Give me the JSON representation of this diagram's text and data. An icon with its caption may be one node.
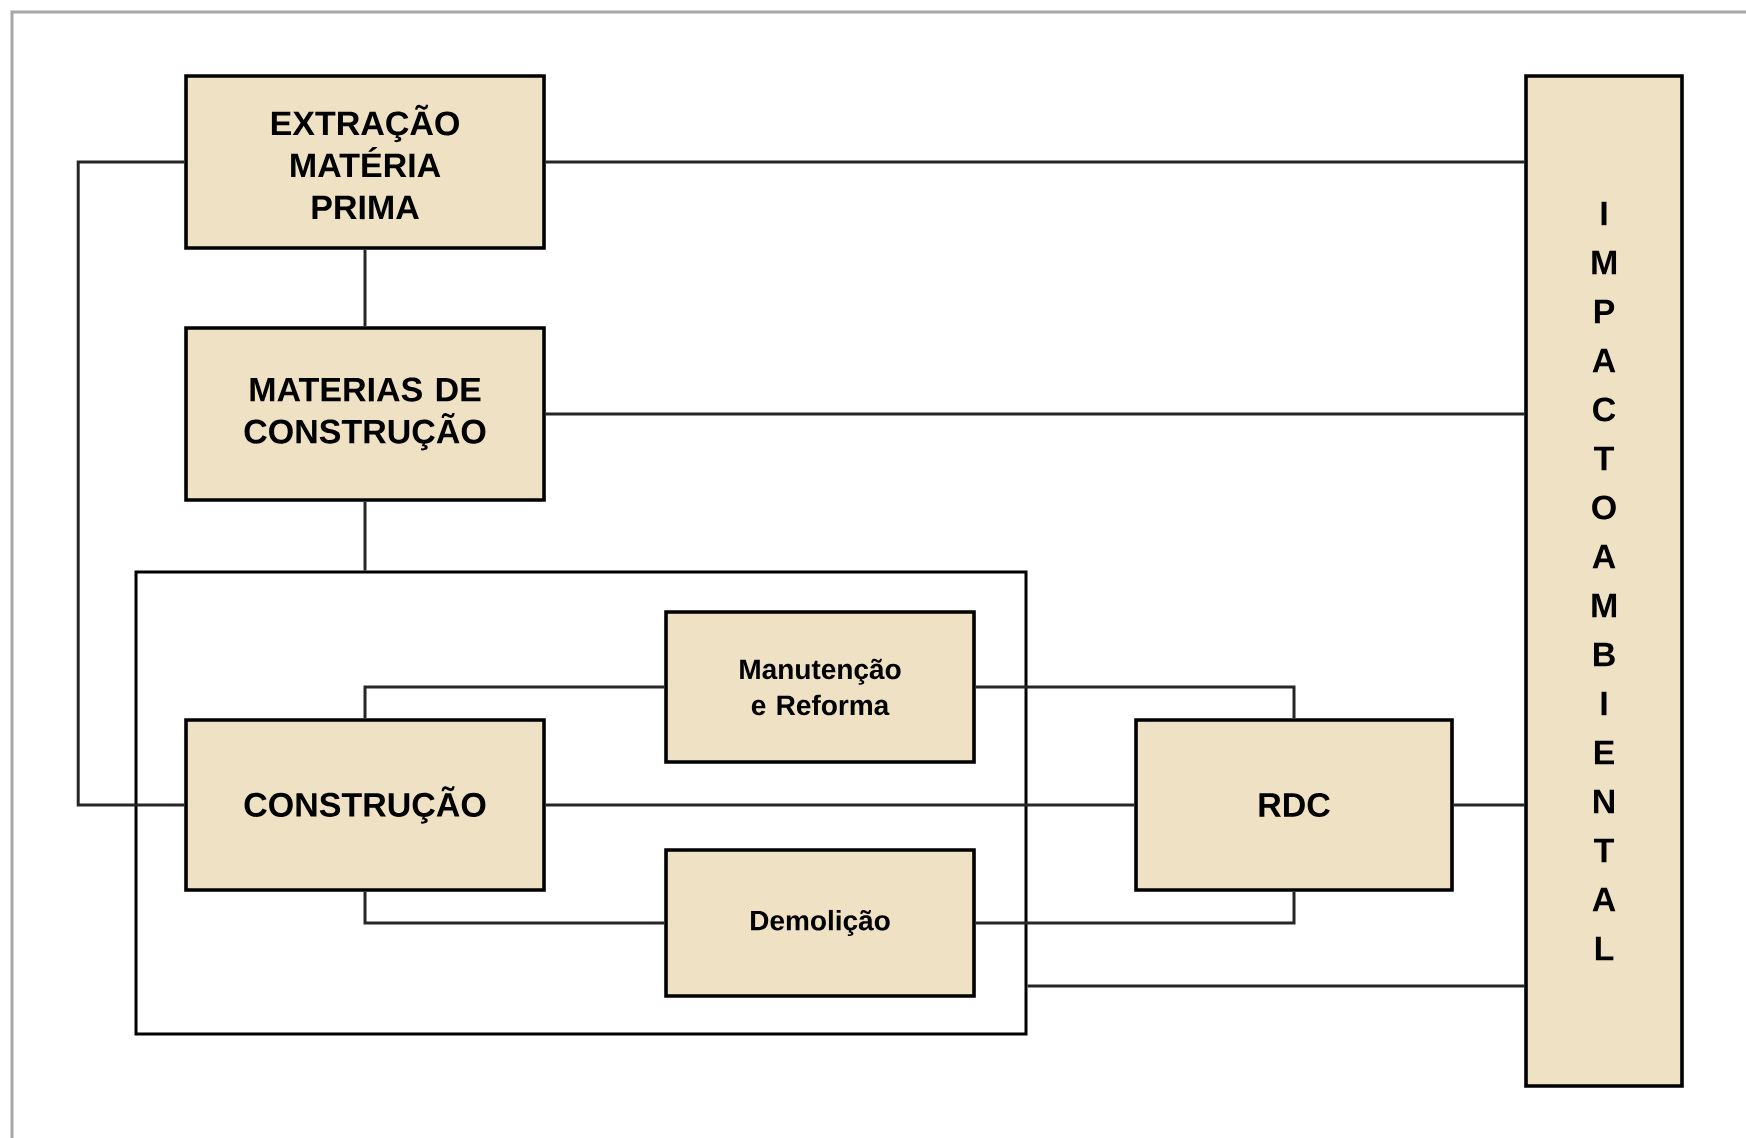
{
  "diagram": {
    "nodes": [
      {
        "text": [
          "EXTRAÇÃO MATÉRIA PRIMA"
        ]
      },
      {
        "text": [
          "MATERIAS DE CONSTRUÇÃO"
        ]
      },
      {
        "text": [],
        "shape": "box"
      },
      {
        "text": [
          "Manutenção e Reforma"
        ],
        "in": 2
      },
      {
        "text": [
          "CONSTRUÇÃO"
        ],
        "in": 2
      },
      {
        "text": [
          "Demolição"
        ],
        "in": 2
      },
      {
        "text": [
          "RDC"
        ]
      },
      {
        "text": [
          "IMPACTO AMBIENTAL"
        ]
      }
    ],
    "edges": [
      {
        "from": 0,
        "to": 1,
        "arrow": "none"
      },
      {
        "from": 1,
        "to": 2,
        "arrow": "none"
      },
      {
        "from": 0,
        "to": 4,
        "arrow": "none"
      },
      {
        "from": 0,
        "to": 7,
        "arrow": "none"
      },
      {
        "from": 1,
        "to": 7,
        "arrow": "none"
      },
      {
        "from": 4,
        "to": 3,
        "arrow": "none"
      },
      {
        "from": 4,
        "to": 5,
        "arrow": "none"
      },
      {
        "from": 3,
        "to": 6,
        "arrow": "none"
      },
      {
        "from": 5,
        "to": 6,
        "arrow": "none"
      },
      {
        "from": 4,
        "to": 6,
        "arrow": "none"
      },
      {
        "from": 6,
        "to": 7,
        "arrow": "none"
      },
      {
        "from": 2,
        "to": 7,
        "arrow": "none"
      }
    ]
  }
}
